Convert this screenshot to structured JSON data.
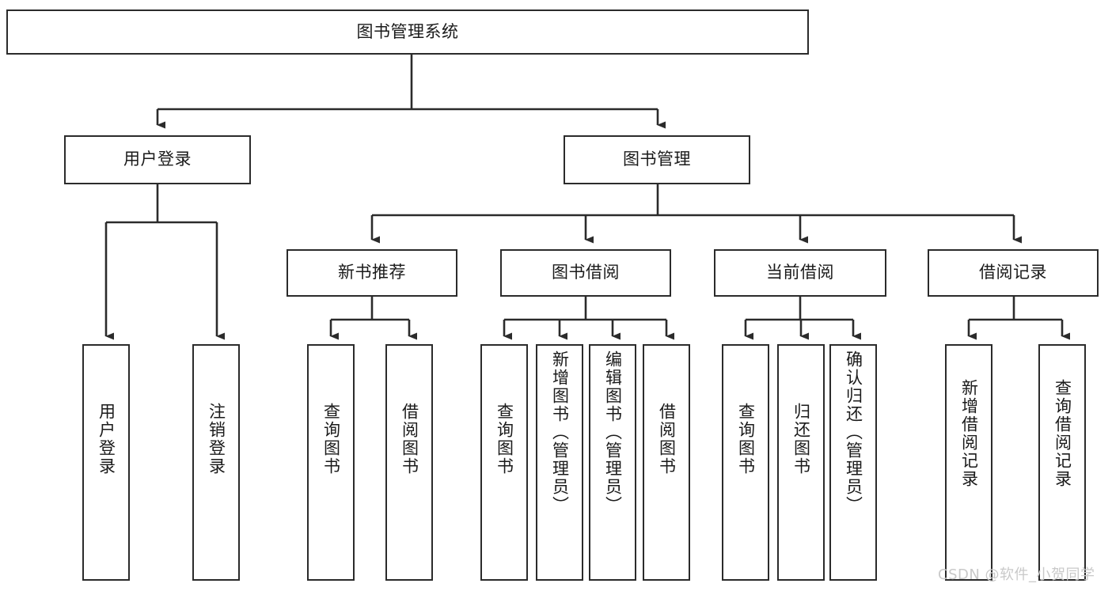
{
  "diagram": {
    "title": "图书管理系统",
    "type": "tree-hierarchy-diagram",
    "colors": {
      "box_border": "#2b2b2b",
      "box_fill": "#ffffff",
      "connector": "#2b2b2b",
      "text": "#1a1a1a",
      "watermark": "#c9c9c9"
    },
    "root": {
      "label": "图书管理系统"
    },
    "level2": [
      {
        "label": "用户登录"
      },
      {
        "label": "图书管理"
      }
    ],
    "level3": [
      {
        "label": "新书推荐"
      },
      {
        "label": "图书借阅"
      },
      {
        "label": "当前借阅"
      },
      {
        "label": "借阅记录"
      }
    ],
    "leaves": {
      "user_login": [
        {
          "label": "用户登录"
        },
        {
          "label": "注销登录"
        }
      ],
      "new_book_recommend": [
        {
          "label": "查询图书"
        },
        {
          "label": "借阅图书"
        }
      ],
      "book_borrow": [
        {
          "label": "查询图书"
        },
        {
          "label": "新增图书（管理员）"
        },
        {
          "label": "编辑图书（管理员）"
        },
        {
          "label": "借阅图书"
        }
      ],
      "current_borrow": [
        {
          "label": "查询图书"
        },
        {
          "label": "归还图书"
        },
        {
          "label": "确认归还（管理员）"
        }
      ],
      "borrow_record": [
        {
          "label": "新增借阅记录"
        },
        {
          "label": "查询借阅记录"
        }
      ]
    },
    "watermark": "CSDN @软件_小贺同学"
  }
}
